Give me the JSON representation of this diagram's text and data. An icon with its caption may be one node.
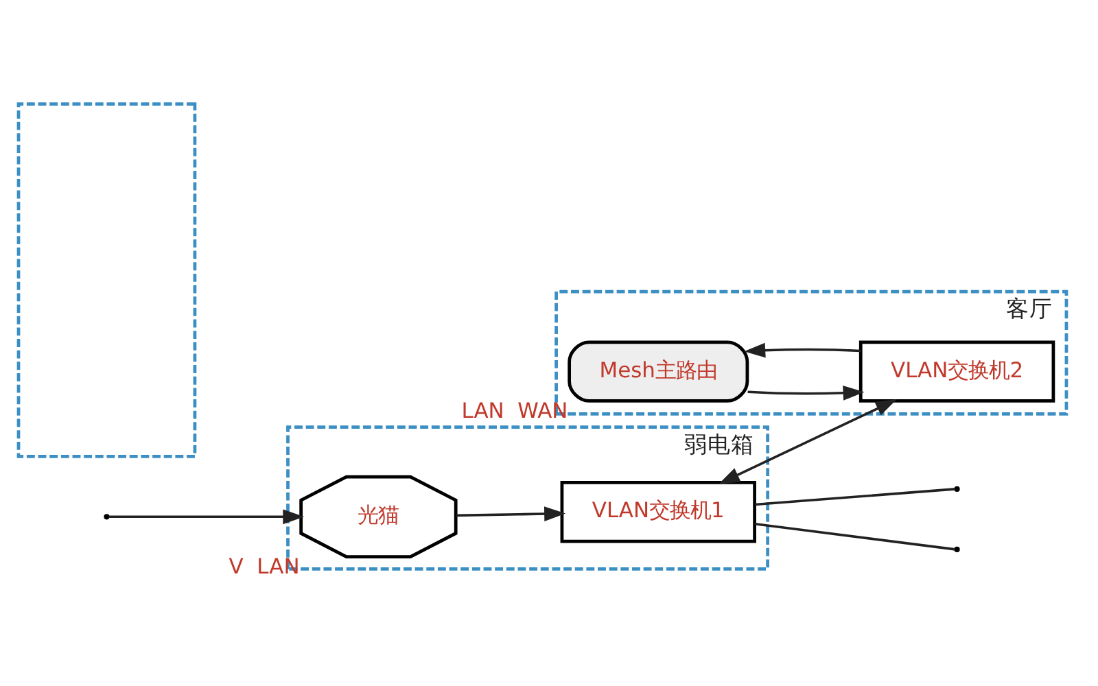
{
  "diagram": {
    "nodes": [
      {
        "text": [
          "弱电箱"
        ]
      },
      {
        "text": [
          "光猫"
        ],
        "in": 0,
        "beside": [
          "V",
          "LAN"
        ]
      },
      {
        "text": [
          "VLAN交换机1"
        ],
        "in": 0
      },
      {
        "text": [
          "客厅"
        ]
      },
      {
        "text": [
          "Mesh主路由"
        ],
        "in": 3,
        "beside": [
          "LAN",
          "WAN"
        ]
      },
      {
        "text": [
          "VLAN交换机2"
        ],
        "in": 3
      },
      {
        "text": [],
        "shape": "box"
      }
    ],
    "edges": [
      {
        "from": null,
        "to": 1,
        "arrow": "to"
      },
      {
        "from": 1,
        "to": 2,
        "arrow": "to"
      },
      {
        "from": 2,
        "to": 5,
        "arrow": "both"
      },
      {
        "from": 5,
        "to": 4,
        "arrow": "to"
      },
      {
        "from": 4,
        "to": 5,
        "arrow": "to"
      },
      {
        "from": 2,
        "to": null,
        "arrow": "none"
      },
      {
        "from": 2,
        "to": null,
        "arrow": "none"
      }
    ]
  }
}
